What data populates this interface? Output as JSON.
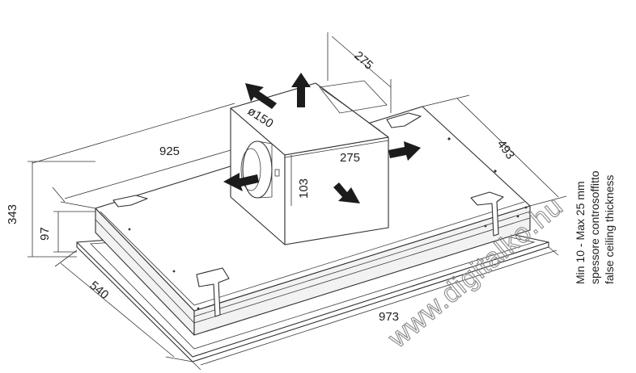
{
  "dimensions": {
    "top_depth": "275",
    "box_width": "275",
    "box_height": "103",
    "duct_diameter": "ø150",
    "hood_length": "925",
    "hood_depth": "493",
    "total_height": "343",
    "panel_height": "97",
    "frame_depth": "540",
    "frame_length": "973"
  },
  "notes": {
    "line1": "Min 10 - Max 25 mm",
    "line2": "spessore controsoffitto",
    "line3": "false ceiling thickness"
  },
  "watermark": "www.digitalko.hu",
  "icons": {
    "arrows": [
      "arrow-up-left-icon",
      "arrow-up-icon",
      "arrow-right-icon",
      "arrow-left-icon",
      "arrow-down-right-icon"
    ]
  },
  "colors": {
    "line": "#2f2f2f",
    "arrow": "#1c1c1c",
    "watermark": "#8a8a8a"
  }
}
